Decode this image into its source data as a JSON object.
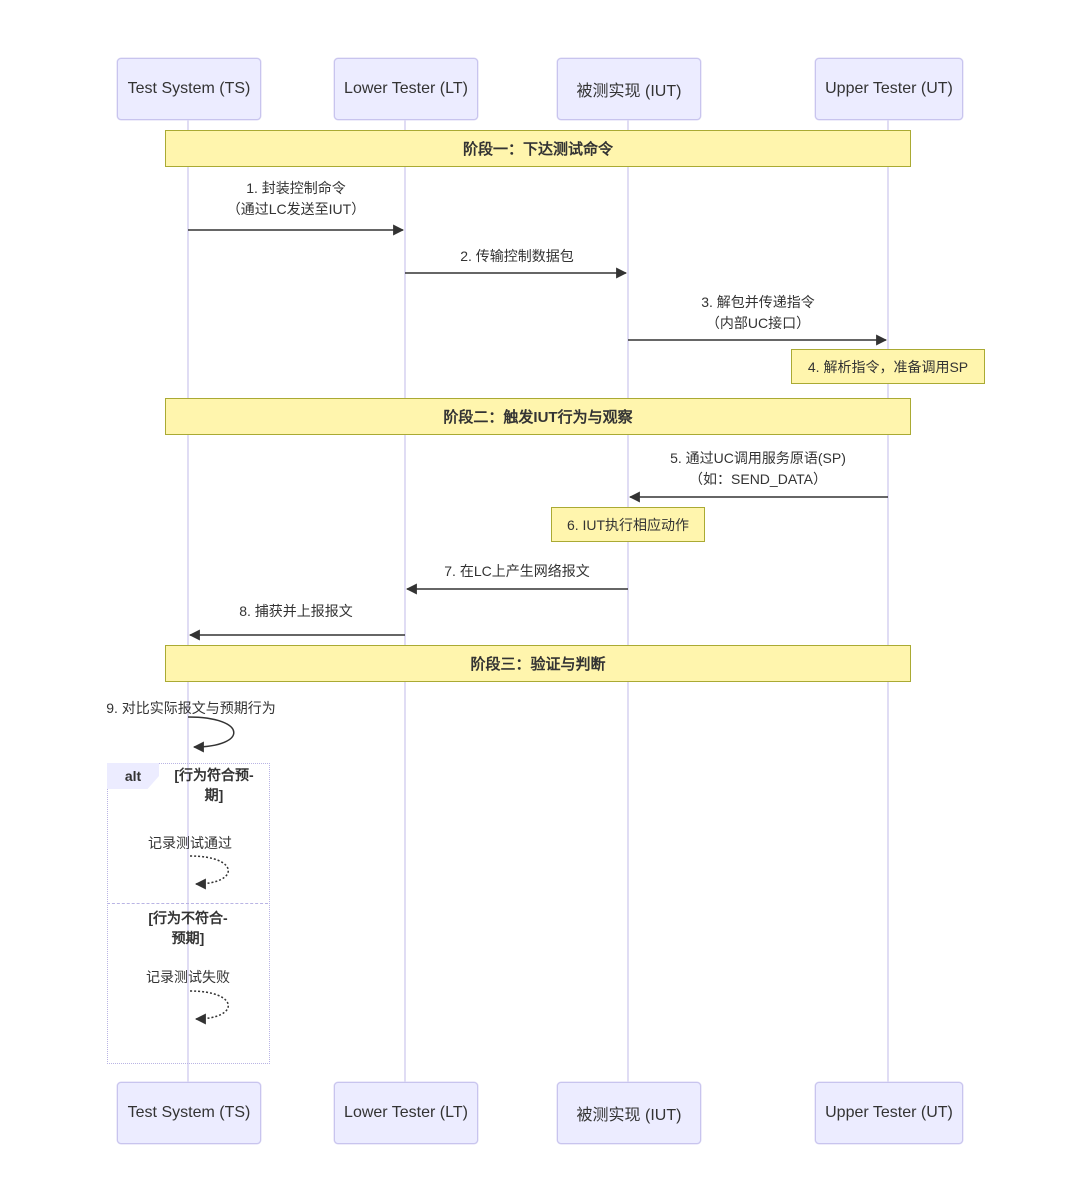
{
  "diagram_type": "sequence",
  "actors": [
    {
      "id": "ts",
      "label": "Test System (TS)"
    },
    {
      "id": "lt",
      "label": "Lower Tester (LT)"
    },
    {
      "id": "iut",
      "label": "被测实现 (IUT)"
    },
    {
      "id": "ut",
      "label": "Upper Tester (UT)"
    }
  ],
  "phases": [
    {
      "label": "阶段一：下达测试命令"
    },
    {
      "label": "阶段二：触发IUT行为与观察"
    },
    {
      "label": "阶段三：验证与判断"
    }
  ],
  "messages": [
    {
      "from": "ts",
      "to": "lt",
      "line1": "1. 封装控制命令",
      "line2": "（通过LC发送至IUT）"
    },
    {
      "from": "lt",
      "to": "iut",
      "line1": "2. 传输控制数据包",
      "line2": ""
    },
    {
      "from": "iut",
      "to": "ut",
      "line1": "3. 解包并传递指令",
      "line2": "（内部UC接口）"
    },
    {
      "from": "ut",
      "to": "iut",
      "line1": "5. 通过UC调用服务原语(SP)",
      "line2": "（如：SEND_DATA）"
    },
    {
      "from": "iut",
      "to": "lt",
      "line1": "7. 在LC上产生网络报文",
      "line2": ""
    },
    {
      "from": "lt",
      "to": "ts",
      "line1": "8. 捕获并上报报文",
      "line2": ""
    },
    {
      "from": "ts",
      "to": "ts",
      "line1": "9. 对比实际报文与预期行为",
      "line2": ""
    }
  ],
  "notes": [
    {
      "over": "ut",
      "text": "4. 解析指令，准备调用SP"
    },
    {
      "over": "iut",
      "text": "6. IUT执行相应动作"
    }
  ],
  "alt": {
    "label": "alt",
    "branches": [
      {
        "condition_line1": "[行为符合预-",
        "condition_line2": "期]",
        "message": "记录测试通过"
      },
      {
        "condition_line1": "[行为不符合-",
        "condition_line2": "预期]",
        "message": "记录测试失败"
      }
    ]
  },
  "colors": {
    "actor_fill": "#ECECFF",
    "actor_border": "#C8C4EE",
    "note_fill": "#FFF5AD",
    "note_border": "#AAAA33",
    "lifeline": "#CCC6EC",
    "arrow": "#333333",
    "text": "#333333",
    "alt_border": "#B9B4E4"
  }
}
